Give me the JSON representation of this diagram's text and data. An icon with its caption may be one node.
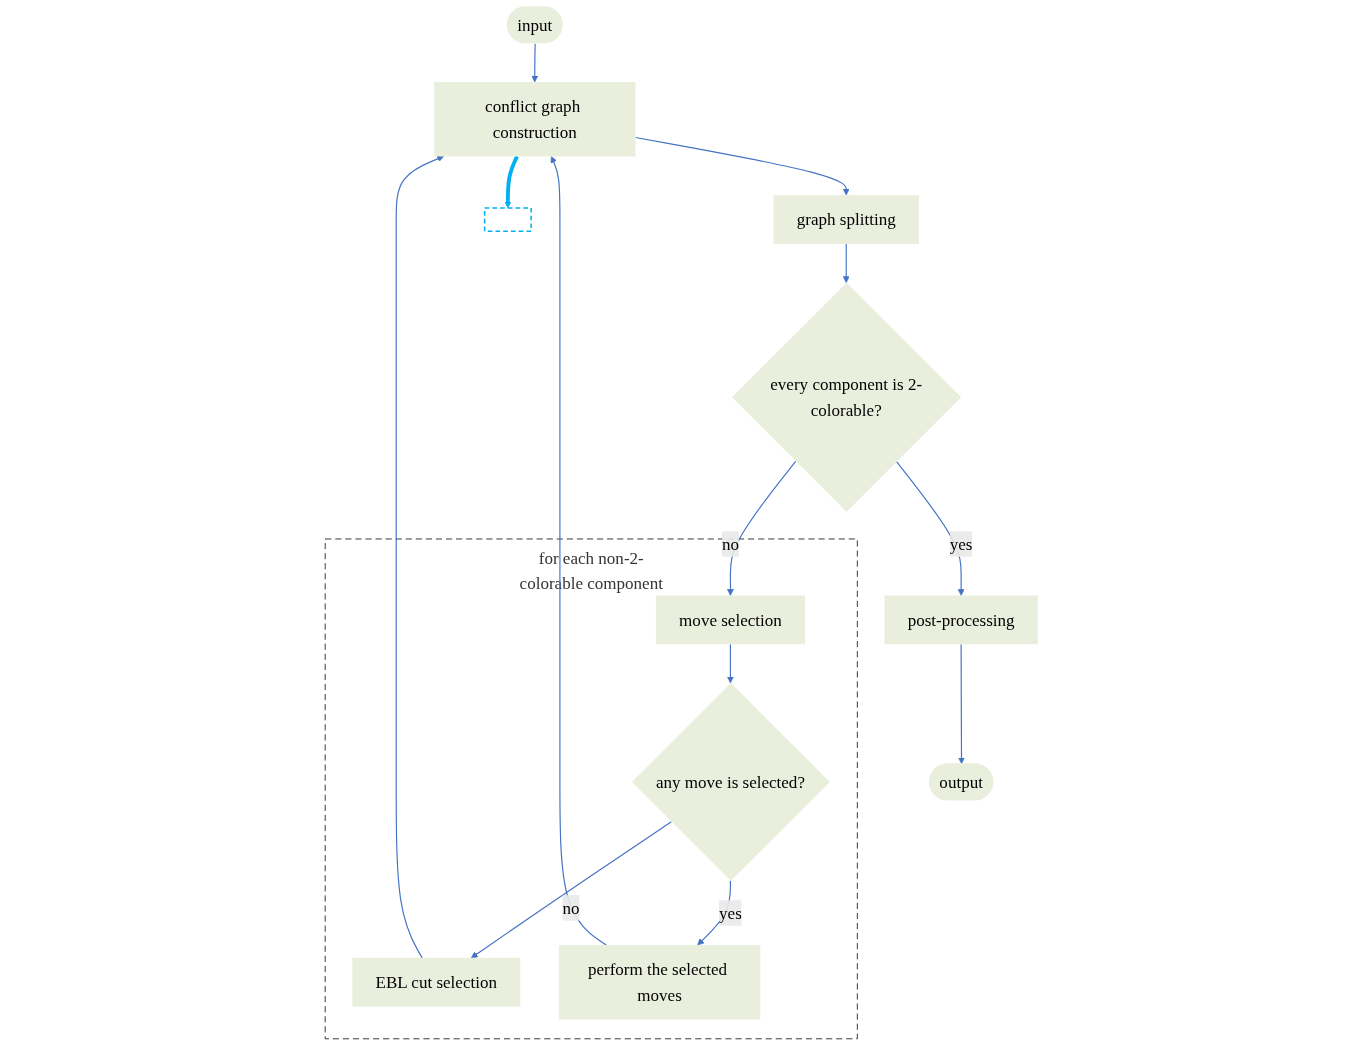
{
  "diagram": {
    "nodes": [
      {
        "text": [
          "input"
        ]
      },
      {
        "text": [
          "conflict graph construction"
        ]
      },
      {
        "text": [
          "graph splitting"
        ]
      },
      {
        "text": [
          "every component is 2-colorable?"
        ]
      },
      {
        "text": [
          "for each non-2-colorable component"
        ]
      },
      {
        "text": [
          "move selection"
        ],
        "in": 4
      },
      {
        "text": [
          "any move is selected?"
        ],
        "in": 4
      },
      {
        "text": [
          "EBL cut selection"
        ],
        "in": 4
      },
      {
        "text": [
          "perform the selected moves"
        ],
        "in": 4
      },
      {
        "text": [
          "post-processing"
        ]
      },
      {
        "text": [
          "output"
        ]
      },
      {
        "text": [],
        "shape": "box"
      }
    ],
    "edges": [
      {
        "from": 0,
        "to": 1,
        "arrow": "to"
      },
      {
        "from": 1,
        "to": 2,
        "arrow": "to"
      },
      {
        "from": 2,
        "to": 3,
        "arrow": "to"
      },
      {
        "from": 3,
        "to": 5,
        "arrow": "to",
        "label": "no"
      },
      {
        "from": 3,
        "to": 9,
        "arrow": "to",
        "label": "yes"
      },
      {
        "from": 5,
        "to": 6,
        "arrow": "to"
      },
      {
        "from": 6,
        "to": 7,
        "arrow": "to",
        "label": "no"
      },
      {
        "from": 6,
        "to": 8,
        "arrow": "to",
        "label": "yes"
      },
      {
        "from": 7,
        "to": 1,
        "arrow": "to"
      },
      {
        "from": 8,
        "to": 1,
        "arrow": "to"
      },
      {
        "from": 9,
        "to": 10,
        "arrow": "to"
      },
      {
        "from": 1,
        "to": 11,
        "arrow": "to",
        "style": "thick",
        "color": "#00b0f0"
      }
    ]
  }
}
